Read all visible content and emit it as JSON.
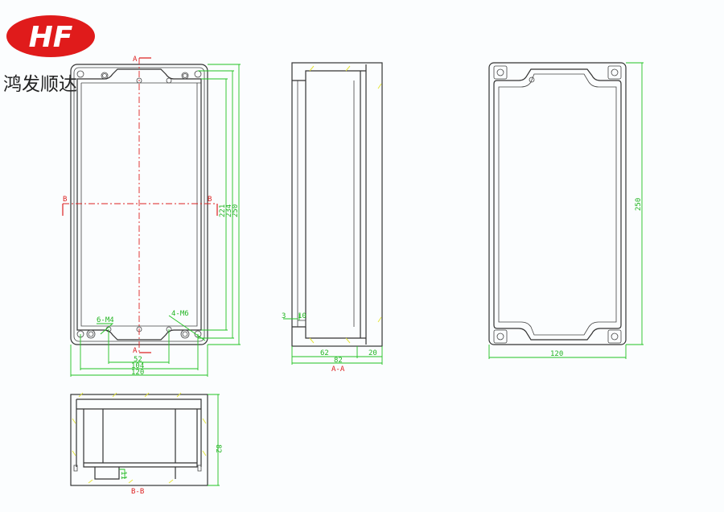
{
  "logo": {
    "mark": "HF",
    "brand_name": "鸿发顺达",
    "color": "#e01b1b"
  },
  "front_view": {
    "section_a_top": "A",
    "section_a_bottom": "A",
    "section_b_left": "B",
    "section_b_right": "B",
    "dims": {
      "inner_height": "221",
      "hole_height": "234",
      "overall_height": "250",
      "inner_hole_span": "52",
      "hole_span": "104",
      "overall_width": "120"
    },
    "callouts": {
      "screw_m4": "6-M4",
      "screw_m6": "4-M6"
    }
  },
  "section_aa": {
    "title": "A-A",
    "dims": {
      "lip": "3",
      "lip_depth": "10",
      "base_depth": "62",
      "lid_depth": "20",
      "overall_depth": "82"
    }
  },
  "back_view": {
    "dims": {
      "height": "250",
      "width": "120"
    }
  },
  "section_bb": {
    "title": "B-B",
    "dims": {
      "depth": "82",
      "small": "11"
    }
  }
}
